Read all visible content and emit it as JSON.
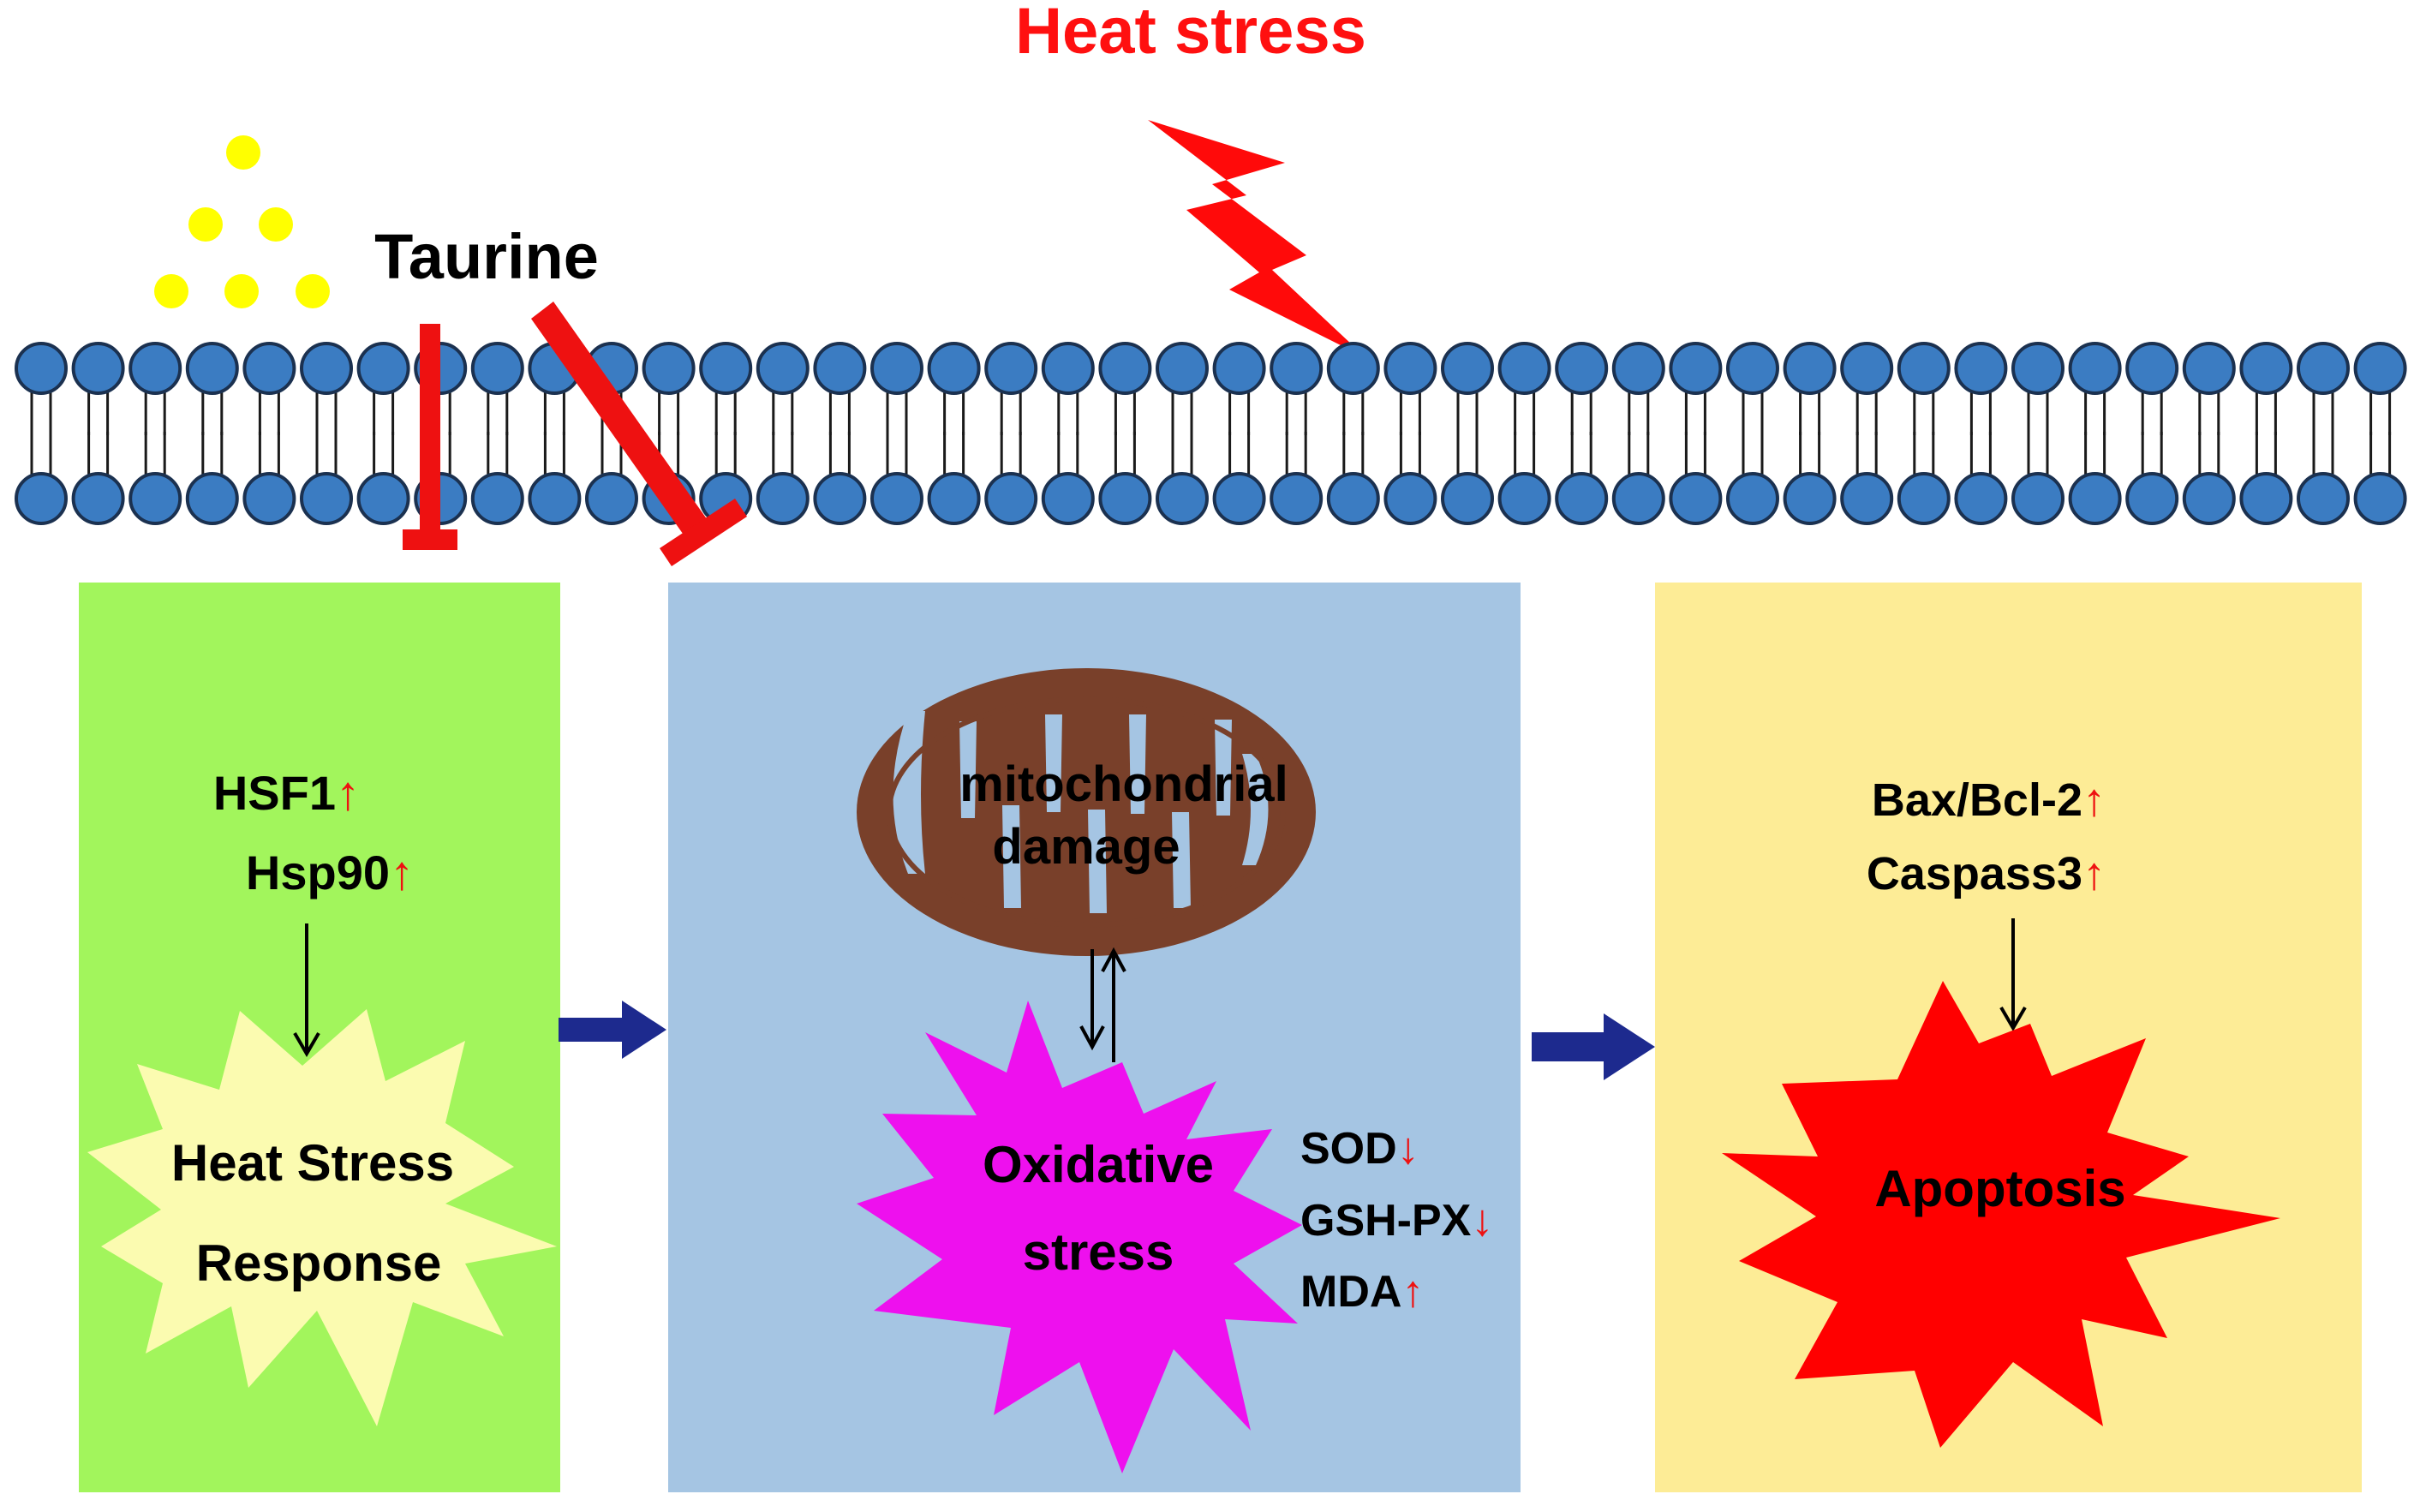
{
  "title": {
    "text": "Heat stress",
    "color": "#ff1010"
  },
  "taurine": {
    "label": "Taurine",
    "dot_color": "#ffff00",
    "inhibit_color": "#ee1111"
  },
  "membrane": {
    "head_color": "#3b7cc2",
    "head_stroke": "#1b3150"
  },
  "panels": {
    "left": {
      "bg": "#a2f55c",
      "markers": [
        {
          "name": "HSF1",
          "arrow": "↑"
        },
        {
          "name": "Hsp90",
          "arrow": "↑"
        }
      ],
      "star_lines": [
        "Heat Stress",
        "Response"
      ],
      "star_color": "#fbfbb0"
    },
    "middle": {
      "bg": "#a5c5e3",
      "mito_lines": [
        "mitochondrial",
        "damage"
      ],
      "mito_color": "#79402a",
      "star_lines": [
        "Oxidative",
        "stress"
      ],
      "star_color": "#ee10ee",
      "markers": [
        {
          "name": "SOD",
          "arrow": "↓"
        },
        {
          "name": "GSH-PX",
          "arrow": "↓"
        },
        {
          "name": "MDA",
          "arrow": "↑"
        }
      ]
    },
    "right": {
      "bg": "#fdec96",
      "markers": [
        {
          "name": "Bax/Bcl-2",
          "arrow": "↑"
        },
        {
          "name": "Caspass3",
          "arrow": "↑"
        }
      ],
      "star_lines": [
        "Apoptosis"
      ],
      "star_color": "#ff0000"
    }
  },
  "flow_arrow_color": "#1d2a8e",
  "up_down_color": "#ee1111"
}
